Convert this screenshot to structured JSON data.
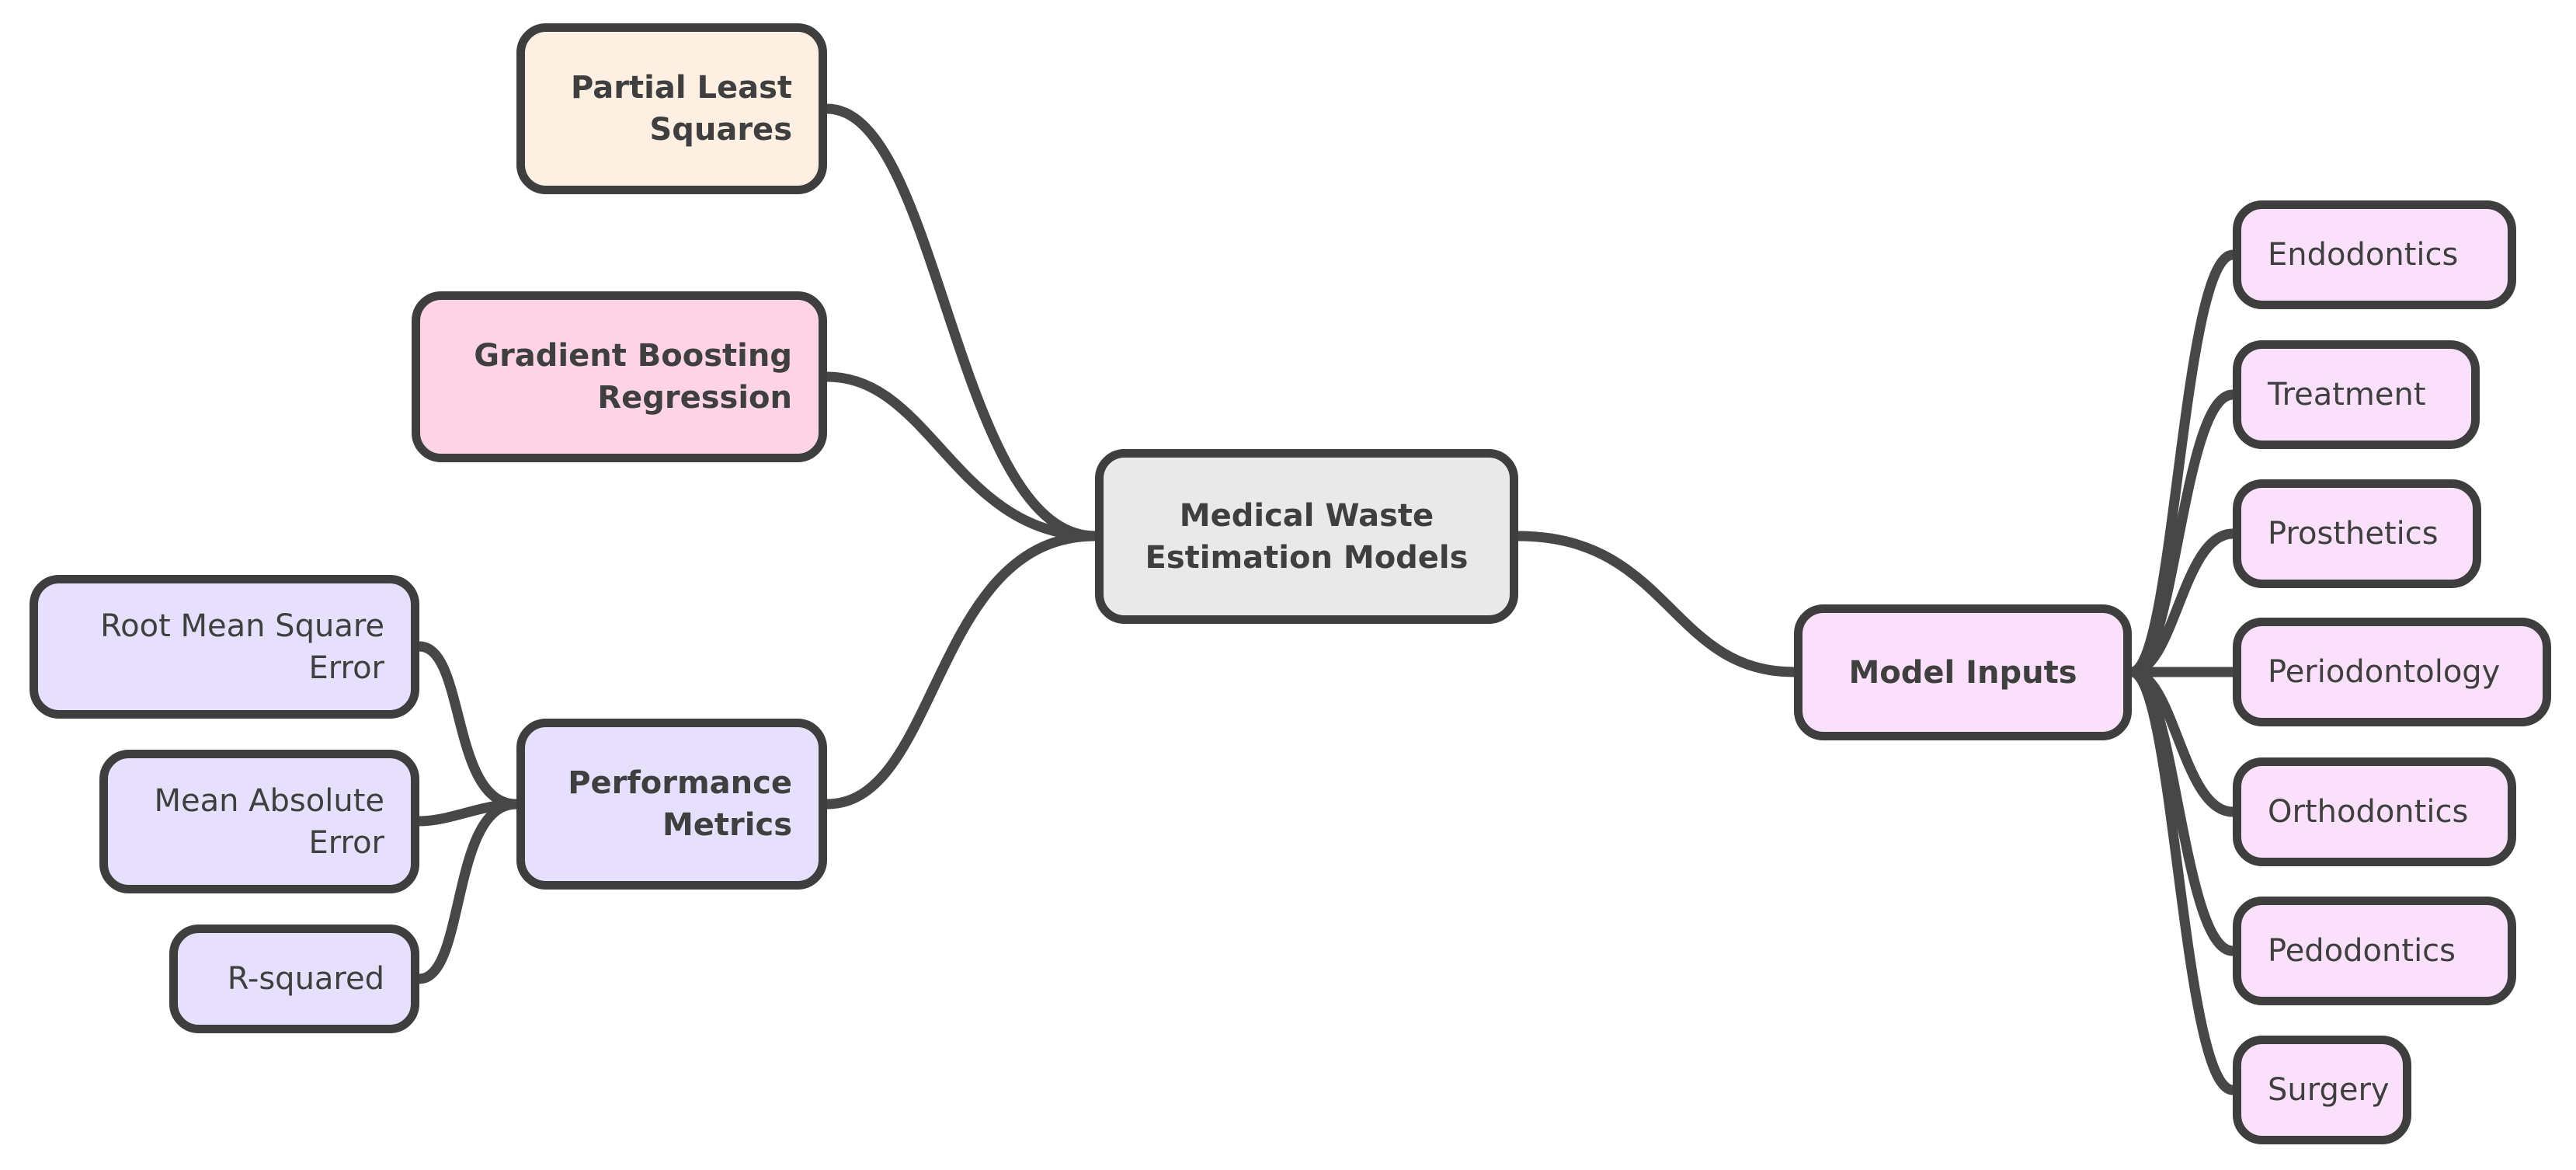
{
  "colors": {
    "stroke": "#3e3e3e",
    "edge": "#474747",
    "peach": "#fdf0e3",
    "pink": "#fdd3e6",
    "lavender": "#e7e0fd",
    "gray": "#e9e9e9",
    "magenta": "#fbe0fb",
    "text": "#3f3f3f"
  },
  "root": {
    "label": "Medical Waste\nEstimation Models"
  },
  "models": [
    {
      "label": "Partial Least\nSquares"
    },
    {
      "label": "Gradient Boosting\nRegression"
    }
  ],
  "performance": {
    "label": "Performance\nMetrics",
    "children": [
      {
        "label": "Root Mean Square\nError"
      },
      {
        "label": "Mean Absolute\nError"
      },
      {
        "label": "R-squared"
      }
    ]
  },
  "inputs": {
    "label": "Model Inputs",
    "children": [
      {
        "label": "Endodontics"
      },
      {
        "label": "Treatment"
      },
      {
        "label": "Prosthetics"
      },
      {
        "label": "Periodontology"
      },
      {
        "label": "Orthodontics"
      },
      {
        "label": "Pedodontics"
      },
      {
        "label": "Surgery"
      }
    ]
  }
}
